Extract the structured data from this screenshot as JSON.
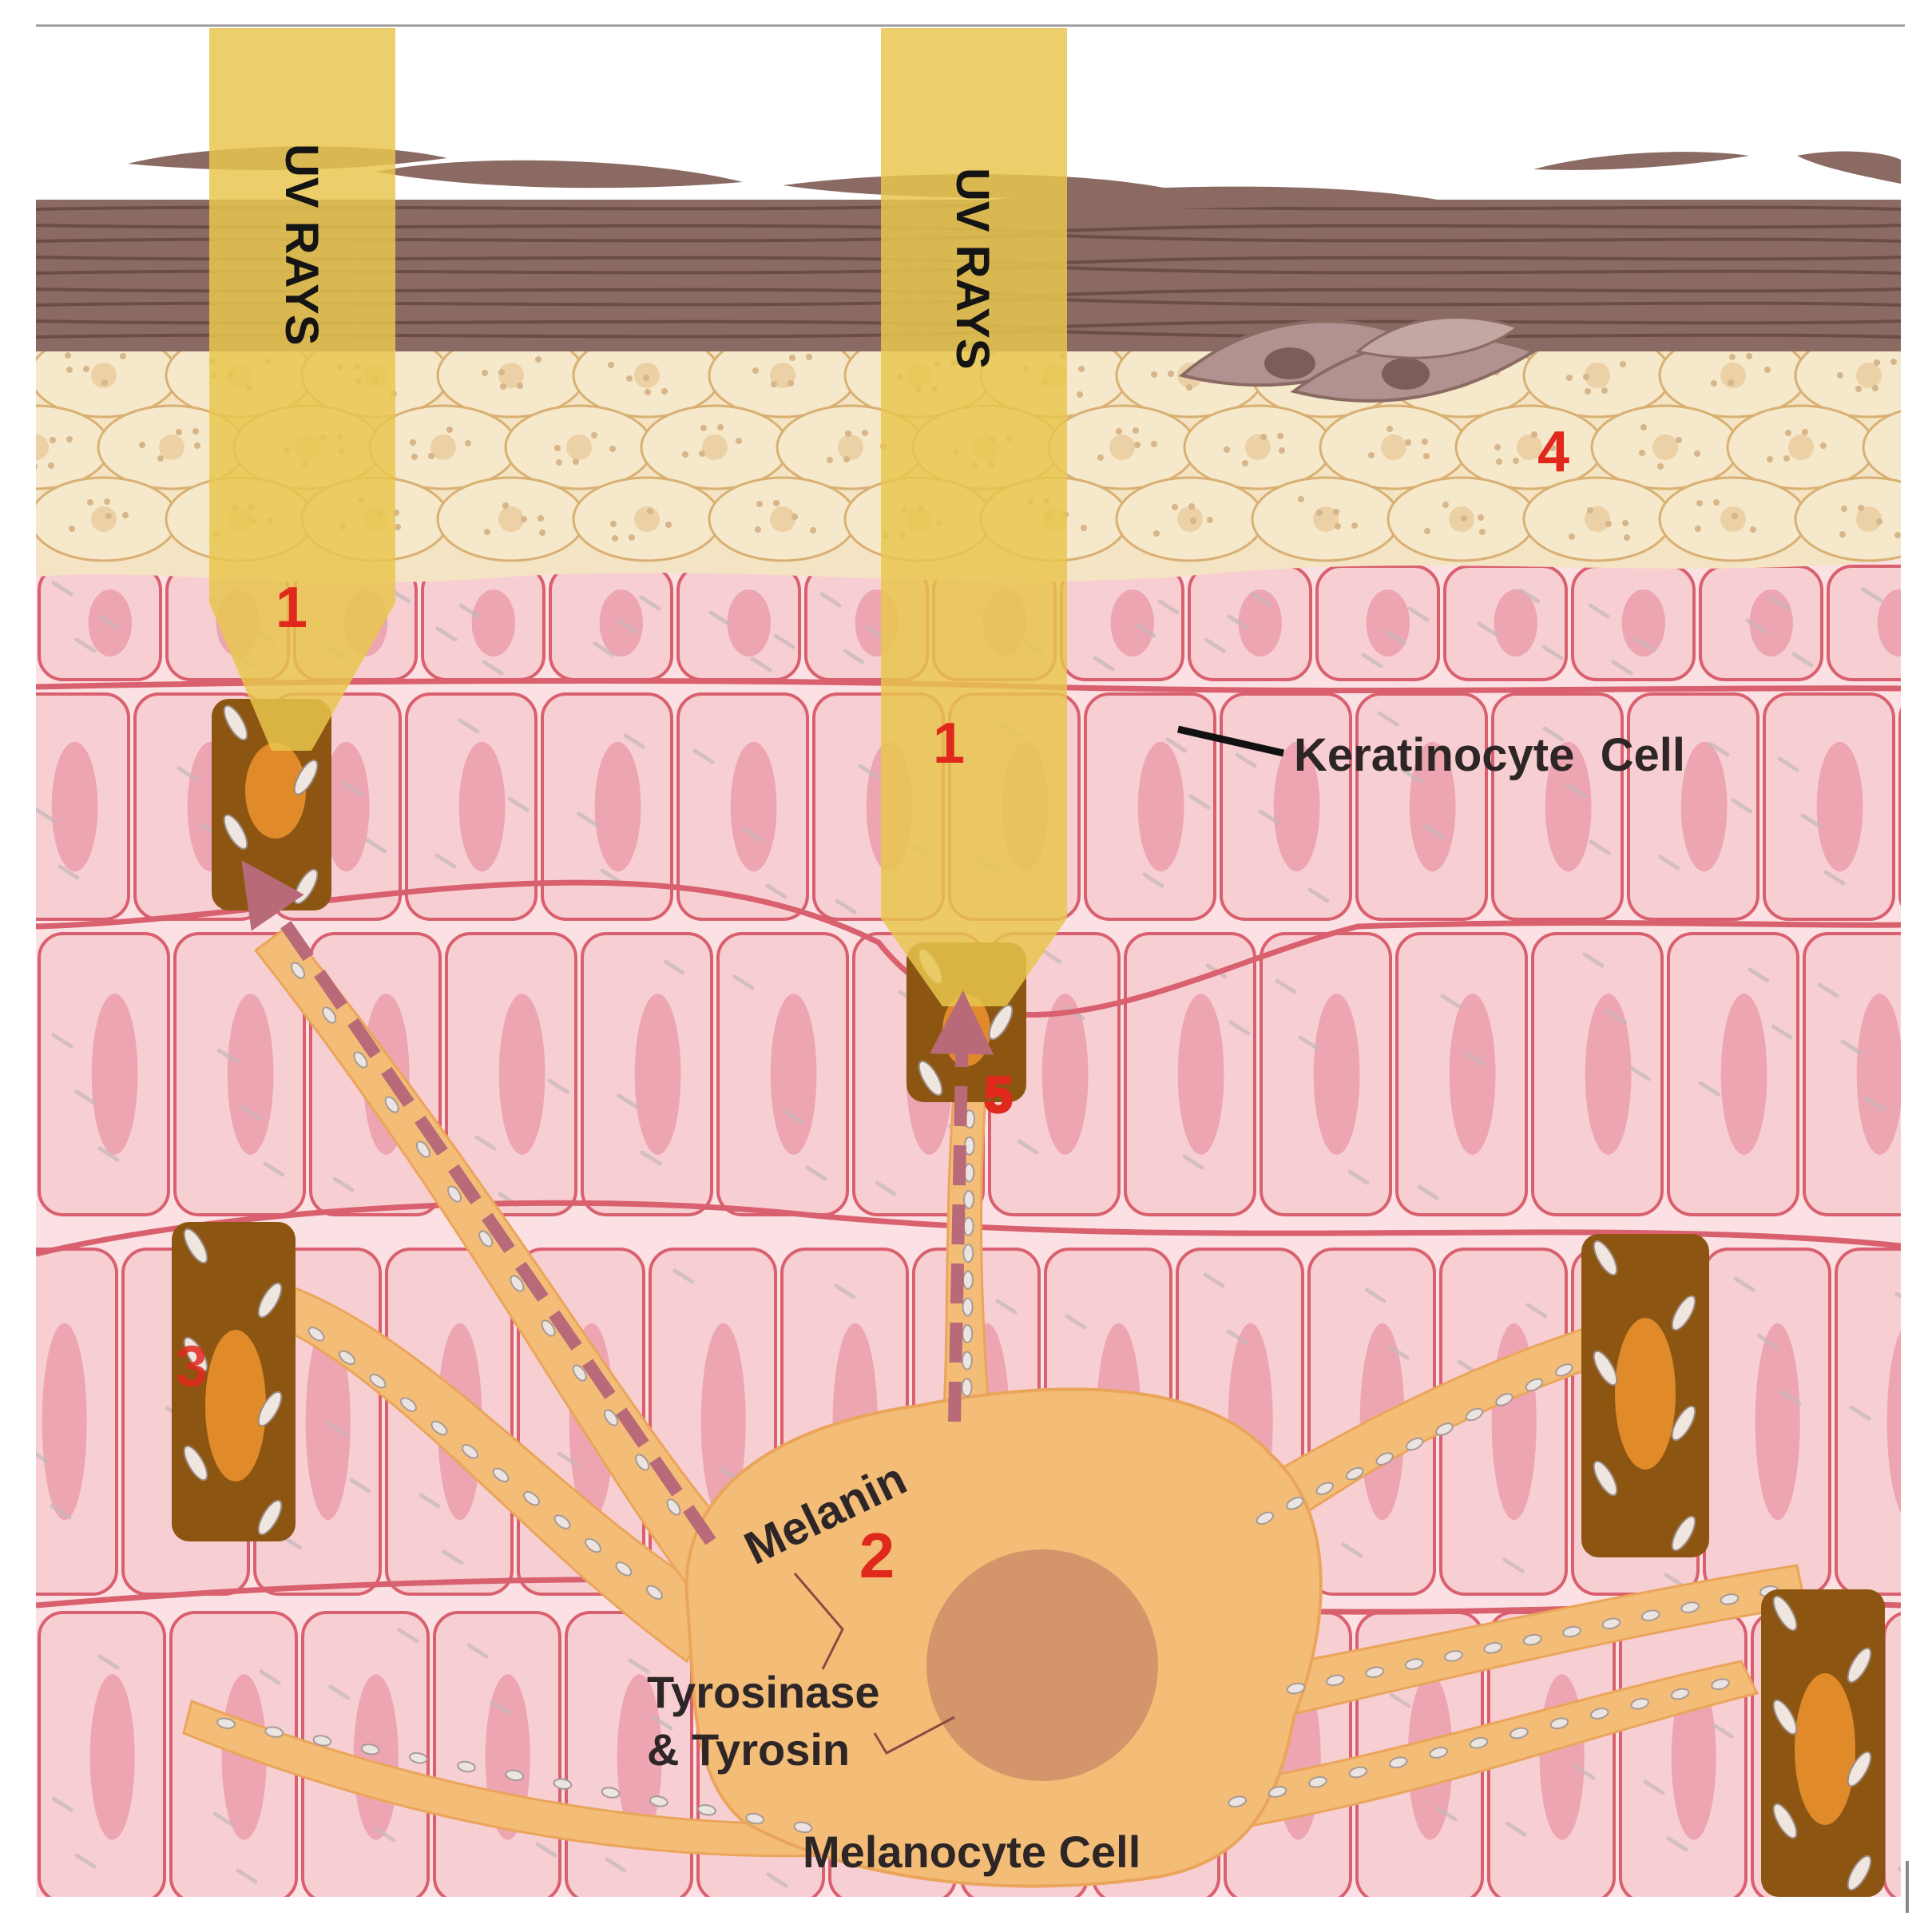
{
  "diagram": {
    "uv_label_left": "UV RAYS",
    "uv_label_right": "UV RAYS",
    "keratinocyte_label": "Keratinocyte  Cell",
    "melanin_label": "Melanin",
    "tyrosinase_line1": "Tyrosinase",
    "tyrosinase_line2": "& Tyrosin",
    "melanocyte_label": "Melanocyte Cell",
    "step_1a": "1",
    "step_1b": "1",
    "step_2": "2",
    "step_3": "3",
    "step_4": "4",
    "step_5": "5"
  },
  "colors": {
    "uv_beam": "#e8c64e",
    "stratum_corneum": "#8a6a63",
    "granular_layer": "#f4e4c4",
    "keratinocyte_fill": "#f7cfd3",
    "cell_outline": "#d9606e",
    "nucleus": "#eda6b1",
    "melanocyte": "#f3bd78",
    "melanosome_cell": "#8c5612",
    "step_number": "#e0281c",
    "text": "#2e2626"
  }
}
